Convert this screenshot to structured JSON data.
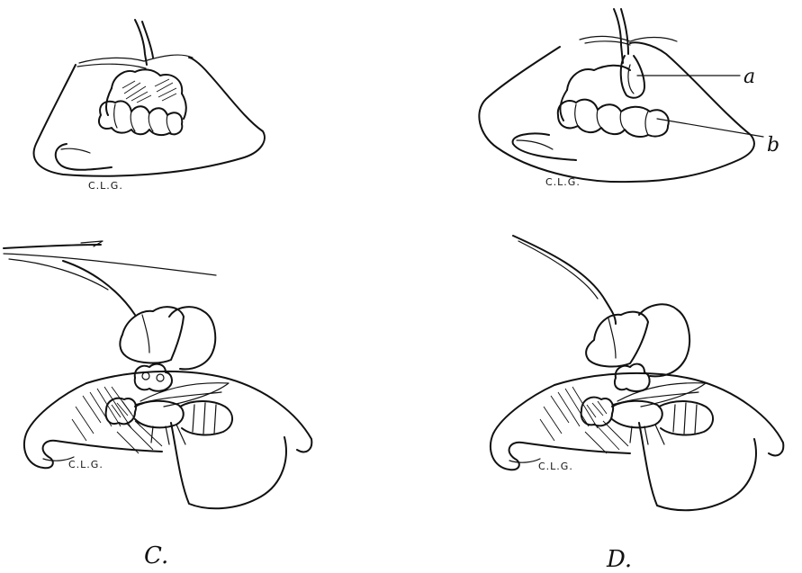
{
  "figures": [
    {
      "id": "top-left",
      "signature": "C.L.G.",
      "caption": ""
    },
    {
      "id": "top-right",
      "signature": "C.L.G.",
      "caption": "",
      "labels": [
        "a",
        "b"
      ]
    },
    {
      "id": "bottom-left",
      "signature": "C.L.G.",
      "caption": "C."
    },
    {
      "id": "bottom-right",
      "signature": "C.L.G.",
      "caption": "D."
    }
  ],
  "colors": {
    "ink": "#111111",
    "paper": "#ffffff"
  }
}
